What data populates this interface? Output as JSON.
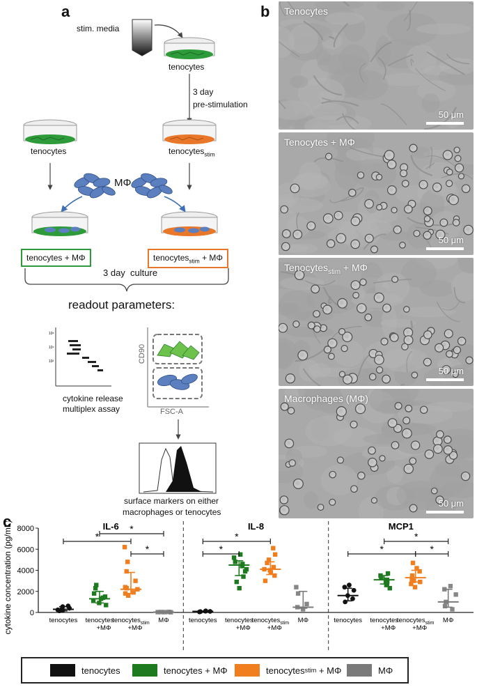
{
  "panel_a": {
    "letter": "a",
    "stim_media": "stim. media",
    "tenocytes_top": "tenocytes",
    "prestim_1": "3 day",
    "prestim_2": "pre-stimulation",
    "tenocytes_left": "tenocytes",
    "tenocytes_stim_main": "tenocytes",
    "stim_sub": "stim",
    "mphi": "MΦ",
    "box_left": "tenocytes + MΦ",
    "box_right_main": "tenocytes",
    "box_right_sub": "stim",
    "box_right_tail": " + MΦ",
    "culture": "3 day  culture",
    "readout": "readout parameters:",
    "cytokine_1": "cytokine release",
    "cytokine_2": "multiplex assay",
    "cd90": "CD90",
    "fsca": "FSC-A",
    "surface_1": "surface markers on either",
    "surface_2": "macrophages or tenocytes",
    "colors": {
      "green": "#2e9b3a",
      "orange": "#e8772a",
      "blue": "#5b7fbf"
    }
  },
  "panel_b": {
    "letter": "b",
    "images": [
      {
        "label": "Tenocytes",
        "scale": "50 μm",
        "type": "fibroblast"
      },
      {
        "label": "Tenocytes + MΦ",
        "scale": "50 μm",
        "type": "mixed"
      },
      {
        "label_main": "Tenocytes",
        "label_sub": "stim",
        "label_tail": " + MΦ",
        "scale": "50 μm",
        "type": "mixed"
      },
      {
        "label": "Macrophages (MΦ)",
        "scale": "50 μm",
        "type": "round"
      }
    ]
  },
  "panel_c": {
    "letter": "c",
    "legend": [
      {
        "label": "tenocytes",
        "color": "#111111"
      },
      {
        "label": "tenocytes + MΦ",
        "color": "#1e7a1e"
      },
      {
        "label_main": "tenocytes",
        "label_sub": "stim",
        "label_tail": " + MΦ",
        "color": "#f07d1e"
      },
      {
        "label": "MΦ",
        "color": "#7a7a7a"
      }
    ]
  },
  "chart_data": {
    "type": "scatter",
    "ylabel": "cytokine concentration (pg/mL)",
    "ylim": [
      0,
      8000
    ],
    "yticks": [
      0,
      2000,
      4000,
      6000,
      8000
    ],
    "grid": false,
    "significance_marker": "*",
    "groups": [
      {
        "title": "IL-6",
        "categories": [
          "tenocytes",
          "tenocytes +MΦ",
          "tenocytes stim +MΦ",
          "MΦ"
        ],
        "points": [
          [
            150,
            250,
            400,
            550,
            300,
            200,
            620
          ],
          [
            700,
            1100,
            1400,
            1800,
            2300,
            1300,
            900,
            2600,
            1500
          ],
          [
            1600,
            1900,
            2200,
            2400,
            3000,
            3900,
            4800,
            6200,
            1800,
            2300
          ],
          [
            20,
            30,
            40,
            50,
            30
          ]
        ],
        "median": [
          300,
          1300,
          2200,
          30
        ],
        "iqr": [
          [
            150,
            550
          ],
          [
            900,
            2000
          ],
          [
            1800,
            3800
          ],
          [
            20,
            50
          ]
        ]
      },
      {
        "title": "IL-8",
        "categories": [
          "tenocytes",
          "tenocytes +MΦ",
          "tenocytes stim +MΦ",
          "MΦ"
        ],
        "points": [
          [
            50,
            100,
            150,
            120,
            80
          ],
          [
            2300,
            2900,
            3400,
            3900,
            4400,
            4600,
            4800,
            5200,
            5500,
            4100
          ],
          [
            3000,
            3500,
            3800,
            4100,
            4300,
            4700,
            5000,
            5500,
            6100,
            4000
          ],
          [
            300,
            500,
            800,
            1800,
            2400
          ]
        ],
        "median": [
          100,
          4500,
          4100,
          500
        ],
        "iqr": [
          [
            60,
            130
          ],
          [
            3500,
            4900
          ],
          [
            3600,
            4800
          ],
          [
            400,
            2000
          ]
        ]
      },
      {
        "title": "MCP1",
        "categories": [
          "tenocytes",
          "tenocytes +MΦ",
          "tenocytes stim +MΦ",
          "MΦ"
        ],
        "points": [
          [
            1000,
            1300,
            1600,
            2100,
            2400,
            2600
          ],
          [
            2300,
            2600,
            2900,
            3100,
            3300,
            3500,
            3700,
            3000,
            2700
          ],
          [
            2400,
            2700,
            3000,
            3300,
            3500,
            3900,
            4200,
            4700,
            3100,
            2900
          ],
          [
            300,
            600,
            1000,
            1700,
            2200,
            2500
          ]
        ],
        "median": [
          1600,
          3100,
          3300,
          1000
        ],
        "iqr": [
          [
            1100,
            2300
          ],
          [
            2700,
            3500
          ],
          [
            2900,
            4000
          ],
          [
            500,
            2200
          ]
        ]
      }
    ]
  }
}
